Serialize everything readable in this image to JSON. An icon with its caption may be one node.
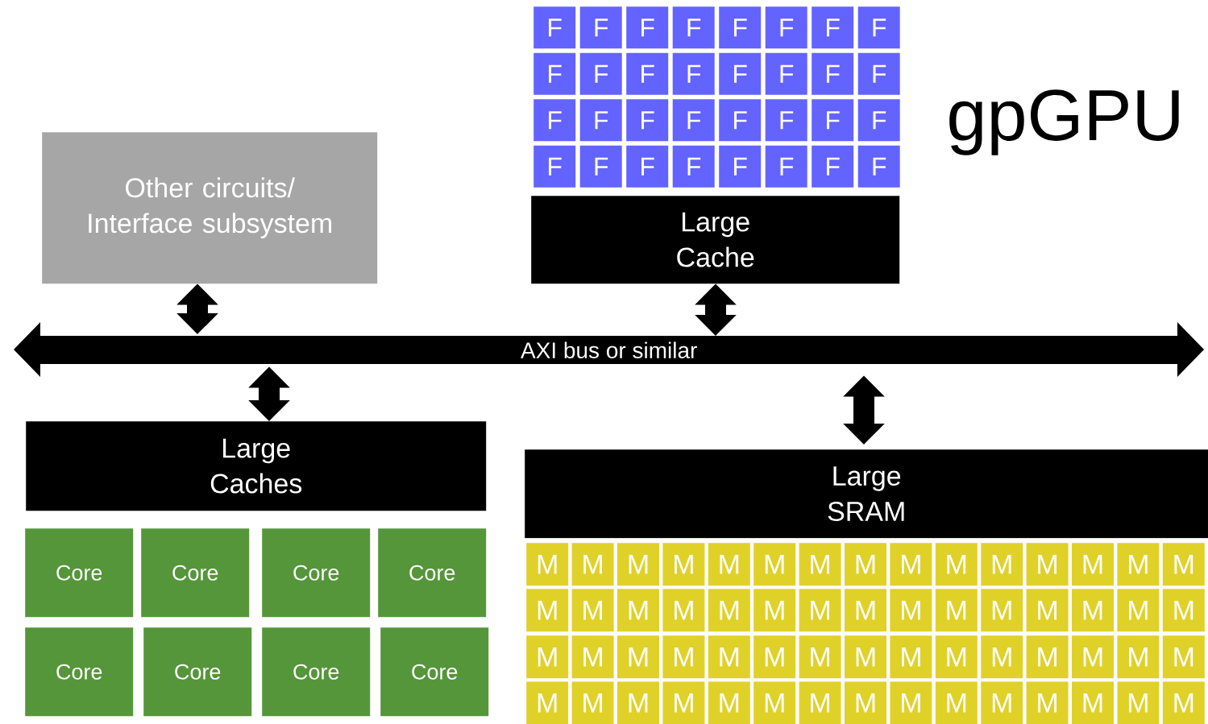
{
  "diagram": {
    "nodes": [
      {
        "text": [
          "F"
        ]
      },
      {
        "text": [
          "F"
        ]
      },
      {
        "text": [
          "F"
        ]
      },
      {
        "text": [
          "F"
        ]
      },
      {
        "text": [
          "F"
        ]
      },
      {
        "text": [
          "F"
        ]
      },
      {
        "text": [
          "F"
        ]
      },
      {
        "text": [
          "F"
        ]
      },
      {
        "text": [
          "F"
        ]
      },
      {
        "text": [
          "F"
        ]
      },
      {
        "text": [
          "F"
        ]
      },
      {
        "text": [
          "F"
        ]
      },
      {
        "text": [
          "F"
        ]
      },
      {
        "text": [
          "F"
        ]
      },
      {
        "text": [
          "F"
        ]
      },
      {
        "text": [
          "F"
        ]
      },
      {
        "text": [
          "F"
        ]
      },
      {
        "text": [
          "F"
        ]
      },
      {
        "text": [
          "F"
        ]
      },
      {
        "text": [
          "F"
        ]
      },
      {
        "text": [
          "F"
        ]
      },
      {
        "text": [
          "F"
        ]
      },
      {
        "text": [
          "F"
        ]
      },
      {
        "text": [
          "F"
        ]
      },
      {
        "text": [
          "F"
        ]
      },
      {
        "text": [
          "F"
        ]
      },
      {
        "text": [
          "F"
        ]
      },
      {
        "text": [
          "F"
        ]
      },
      {
        "text": [
          "F"
        ]
      },
      {
        "text": [
          "F"
        ]
      },
      {
        "text": [
          "F"
        ]
      },
      {
        "text": [
          "F"
        ]
      },
      {
        "text": [
          "Other circuits/ Interface subsystem"
        ]
      },
      {
        "text": [
          "Large Cache"
        ]
      },
      {
        "text": [
          "AXI bus or similar"
        ]
      },
      {
        "text": [
          "Large Caches"
        ]
      },
      {
        "text": [
          "Large SRAM"
        ]
      },
      {
        "text": [
          "Core"
        ]
      },
      {
        "text": [
          "Core"
        ]
      },
      {
        "text": [
          "Core"
        ]
      },
      {
        "text": [
          "Core"
        ]
      },
      {
        "text": [
          "Core"
        ]
      },
      {
        "text": [
          "Core"
        ]
      },
      {
        "text": [
          "Core"
        ]
      },
      {
        "text": [
          "Core"
        ]
      },
      {
        "text": [
          "M"
        ]
      },
      {
        "text": [
          "M"
        ]
      },
      {
        "text": [
          "M"
        ]
      },
      {
        "text": [
          "M"
        ]
      },
      {
        "text": [
          "M"
        ]
      },
      {
        "text": [
          "M"
        ]
      },
      {
        "text": [
          "M"
        ]
      },
      {
        "text": [
          "M"
        ]
      },
      {
        "text": [
          "M"
        ]
      },
      {
        "text": [
          "M"
        ]
      },
      {
        "text": [
          "M"
        ]
      },
      {
        "text": [
          "M"
        ]
      },
      {
        "text": [
          "M"
        ]
      },
      {
        "text": [
          "M"
        ]
      },
      {
        "text": [
          "M"
        ]
      },
      {
        "text": [
          "M"
        ]
      },
      {
        "text": [
          "M"
        ]
      },
      {
        "text": [
          "M"
        ]
      },
      {
        "text": [
          "M"
        ]
      },
      {
        "text": [
          "M"
        ]
      },
      {
        "text": [
          "M"
        ]
      },
      {
        "text": [
          "M"
        ]
      },
      {
        "text": [
          "M"
        ]
      },
      {
        "text": [
          "M"
        ]
      },
      {
        "text": [
          "M"
        ]
      },
      {
        "text": [
          "M"
        ]
      },
      {
        "text": [
          "M"
        ]
      },
      {
        "text": [
          "M"
        ]
      },
      {
        "text": [
          "M"
        ]
      },
      {
        "text": [
          "M"
        ]
      },
      {
        "text": [
          "M"
        ]
      },
      {
        "text": [
          "M"
        ]
      },
      {
        "text": [
          "M"
        ]
      },
      {
        "text": [
          "M"
        ]
      },
      {
        "text": [
          "M"
        ]
      },
      {
        "text": [
          "M"
        ]
      },
      {
        "text": [
          "M"
        ]
      },
      {
        "text": [
          "M"
        ]
      },
      {
        "text": [
          "M"
        ]
      },
      {
        "text": [
          "M"
        ]
      },
      {
        "text": [
          "M"
        ]
      },
      {
        "text": [
          "M"
        ]
      },
      {
        "text": [
          "M"
        ]
      },
      {
        "text": [
          "M"
        ]
      },
      {
        "text": [
          "M"
        ]
      },
      {
        "text": [
          "M"
        ]
      },
      {
        "text": [
          "M"
        ]
      },
      {
        "text": [
          "M"
        ]
      },
      {
        "text": [
          "M"
        ]
      },
      {
        "text": [
          "M"
        ]
      },
      {
        "text": [
          "M"
        ]
      },
      {
        "text": [
          "M"
        ]
      },
      {
        "text": [
          "M"
        ]
      },
      {
        "text": [
          "M"
        ]
      },
      {
        "text": [
          "M"
        ]
      },
      {
        "text": [
          "M"
        ]
      },
      {
        "text": [
          "M"
        ]
      },
      {
        "text": [
          "M"
        ]
      },
      {
        "text": [
          "M"
        ]
      },
      {
        "text": [
          "M"
        ]
      }
    ],
    "edges": [
      {
        "from": 32,
        "to": 34,
        "arrow": "both"
      },
      {
        "from": 33,
        "to": 34,
        "arrow": "both"
      },
      {
        "from": 34,
        "to": 35,
        "arrow": "both"
      },
      {
        "from": 34,
        "to": 36,
        "arrow": "both"
      }
    ],
    "labels": [
      "gpGPU"
    ]
  }
}
